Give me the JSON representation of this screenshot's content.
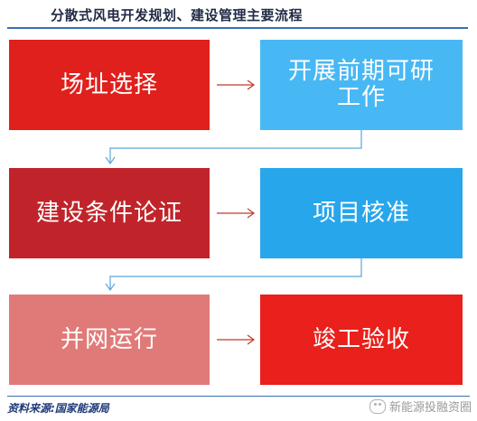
{
  "title": "分散式风电开发规划、建设管理主要流程",
  "steps": [
    {
      "label": "场址选择"
    },
    {
      "label": "开展前期可研工作"
    },
    {
      "label": "建设条件论证"
    },
    {
      "label": "项目核准"
    },
    {
      "label": "并网运行"
    },
    {
      "label": "竣工验收"
    }
  ],
  "colors": {
    "step1": "#e0201c",
    "step2": "#48b8f5",
    "step3": "#c0242a",
    "step4": "#27a6ec",
    "step5": "#e07a78",
    "step6": "#e9201b",
    "arrow_red": "#c0392b",
    "arrow_blue": "#5aa8d8"
  },
  "source": "资料来源:国家能源局",
  "watermark": "新能源投融资圈"
}
